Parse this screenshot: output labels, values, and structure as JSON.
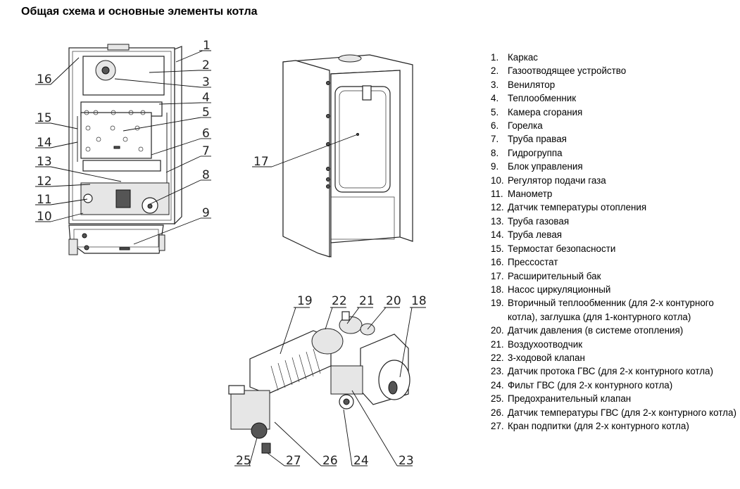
{
  "title": "Общая схема и основные элементы котла",
  "legend": [
    {
      "num": "1.",
      "text": "Каркас"
    },
    {
      "num": "2.",
      "text": "Газоотводящее устройство"
    },
    {
      "num": "3.",
      "text": "Венилятор"
    },
    {
      "num": "4.",
      "text": "Теплообменник"
    },
    {
      "num": "5.",
      "text": "Камера сгорания"
    },
    {
      "num": "6.",
      "text": "Горелка"
    },
    {
      "num": "7.",
      "text": "Труба правая"
    },
    {
      "num": "8.",
      "text": "Гидрогруппа"
    },
    {
      "num": "9.",
      "text": "Блок управления"
    },
    {
      "num": "10.",
      "text": "Регулятор подачи газа"
    },
    {
      "num": "11.",
      "text": "Манометр"
    },
    {
      "num": "12.",
      "text": "Датчик температуры отопления"
    },
    {
      "num": "13.",
      "text": "Труба газовая"
    },
    {
      "num": "14.",
      "text": "Труба левая"
    },
    {
      "num": "15.",
      "text": "Термостат безопасности"
    },
    {
      "num": "16.",
      "text": "Прессостат"
    },
    {
      "num": "17.",
      "text": "Расширительный бак"
    },
    {
      "num": "18.",
      "text": "Насос циркуляционный"
    },
    {
      "num": "19.",
      "text": "Вторичный теплообменник (для 2-х контурного котла), заглушка (для 1-контурного котла)"
    },
    {
      "num": "20.",
      "text": " Датчик давления (в системе отопления)"
    },
    {
      "num": "21.",
      "text": "Воздухоотводчик"
    },
    {
      "num": "22.",
      "text": "3-ходовой клапан"
    },
    {
      "num": "23.",
      "text": "Датчик протока ГВС (для 2-х контурного котла)"
    },
    {
      "num": "24.",
      "text": "Фильт ГВС (для 2-х контурного котла)"
    },
    {
      "num": "25.",
      "text": "Предохранительный клапан"
    },
    {
      "num": "26.",
      "text": "Датчик температуры ГВС (для 2-х контурного котла)"
    },
    {
      "num": "27.",
      "text": "Кран подпитки (для 2-х контурного котла)"
    }
  ],
  "diagram_front": {
    "callouts_right": [
      "1",
      "2",
      "3",
      "4",
      "5",
      "6",
      "7",
      "8",
      "9"
    ],
    "callouts_left": [
      "16",
      "15",
      "14",
      "13",
      "12",
      "11",
      "10"
    ]
  },
  "diagram_back": {
    "callouts": [
      "17"
    ]
  },
  "diagram_hydro": {
    "callouts_top": [
      "19",
      "22",
      "21",
      "20",
      "18"
    ],
    "callouts_bottom": [
      "25",
      "27",
      "26",
      "24",
      "23"
    ]
  }
}
